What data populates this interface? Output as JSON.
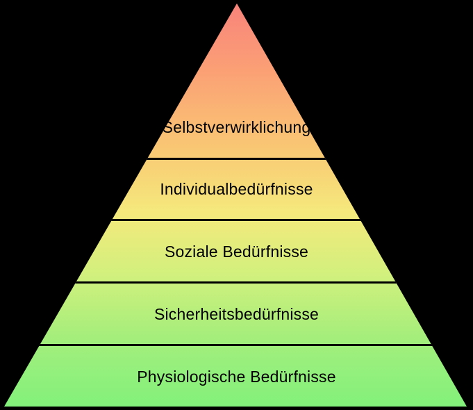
{
  "pyramid": {
    "background_color": "#000000",
    "divider_color": "#000000",
    "label_text_color": "#000000",
    "gradient_top_to_bottom": [
      "#f8837b",
      "#fba175",
      "#f9c874",
      "#f5e97c",
      "#d2f07d",
      "#a5ee7c",
      "#82f17b"
    ],
    "levels": [
      {
        "label": "Selbstverwirklichung",
        "approx_fill": "#f8a377"
      },
      {
        "label": "Individualbedürfnisse",
        "approx_fill": "#f8d776"
      },
      {
        "label": "Soziale Bedürfnisse",
        "approx_fill": "#e8f07d"
      },
      {
        "label": "Sicherheitsbedürfnisse",
        "approx_fill": "#baef7d"
      },
      {
        "label": "Physiologische Bedürfnisse",
        "approx_fill": "#8ff07c"
      }
    ]
  }
}
